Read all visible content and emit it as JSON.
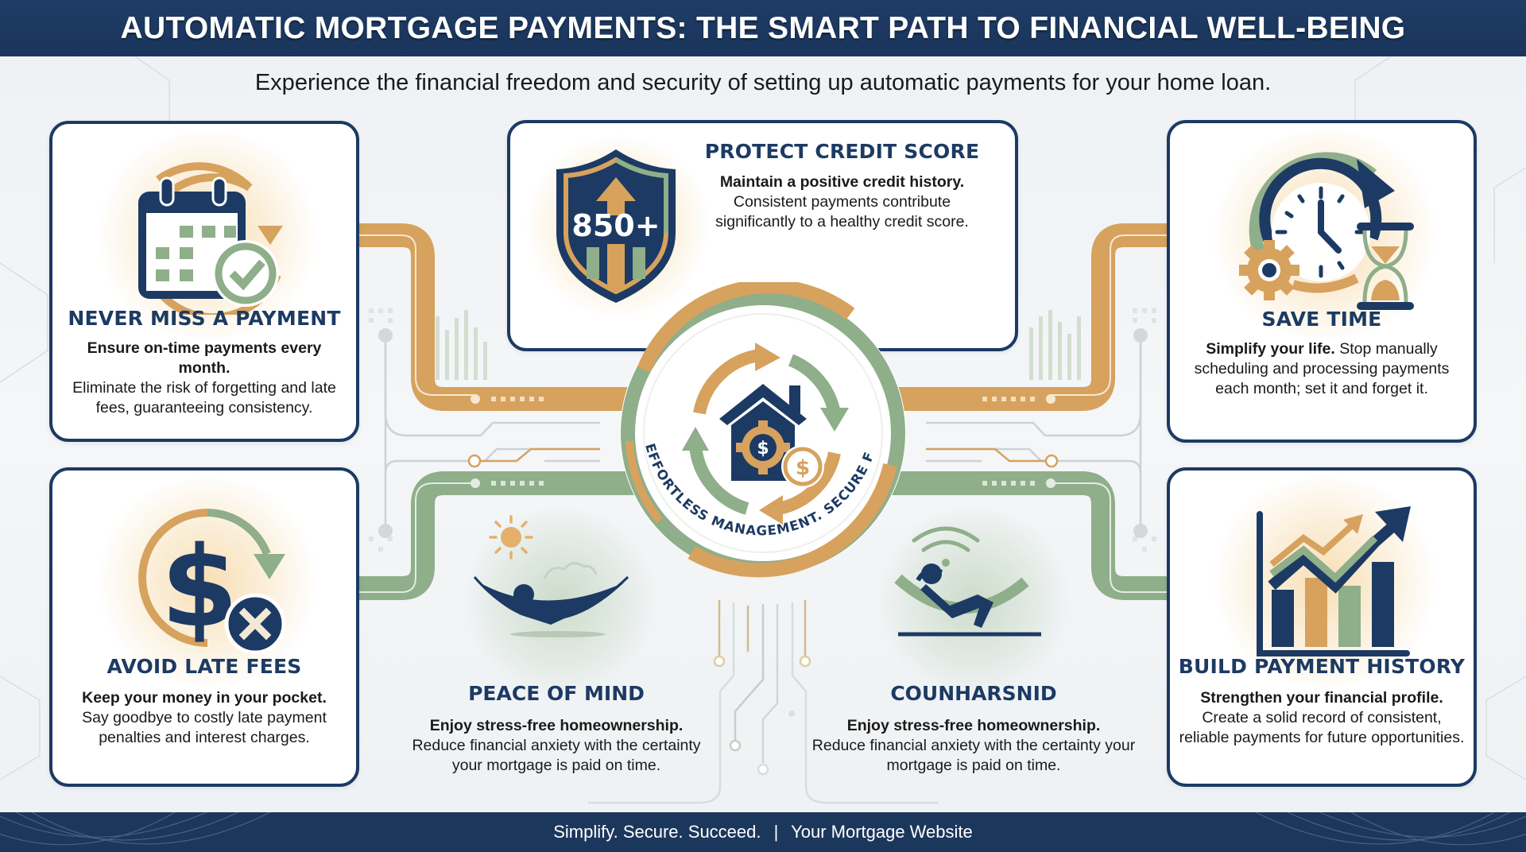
{
  "header": {
    "title": "AUTOMATIC MORTGAGE PAYMENTS: THE SMART PATH TO FINANCIAL WELL-BEING"
  },
  "subtitle": "Experience the financial freedom and security of setting up automatic payments for your home loan.",
  "colors": {
    "navy": "#1c3a63",
    "gold": "#d6a25e",
    "sage": "#8fae8a",
    "background": "#eef1f4"
  },
  "center": {
    "tagline": "EFFORTLESS MANAGEMENT. SECURE FUTURE.",
    "icon": "house-gear-dollar-icon"
  },
  "cards": [
    {
      "id": "never-miss",
      "title": "NEVER MISS A PAYMENT",
      "lead": "Ensure on-time payments every month.",
      "body": "Eliminate the risk of forgetting and late fees, guaranteeing consistency.",
      "icon": "calendar-check-icon"
    },
    {
      "id": "protect-credit",
      "title": "PROTECT CREDIT SCORE",
      "lead": "Maintain a positive credit history.",
      "body": "Consistent payments contribute significantly to a healthy credit score.",
      "icon": "shield-850-icon",
      "badge": "850+"
    },
    {
      "id": "save-time",
      "title": "SAVE TIME",
      "lead": "Simplify your life.",
      "body": "Stop manually scheduling and processing payments each month; set it and forget it.",
      "icon": "clock-hourglass-gear-icon"
    },
    {
      "id": "avoid-late-fees",
      "title": "AVOID LATE FEES",
      "lead": "Keep your money in your pocket.",
      "body": "Say goodbye to costly late payment penalties and interest charges.",
      "icon": "dollar-cancel-icon"
    },
    {
      "id": "peace-of-mind",
      "title": "PEACE OF MIND",
      "lead": "Enjoy stress-free homeownership.",
      "body": "Reduce financial anxiety with the certainty your mortgage is paid on time.",
      "icon": "hammock-sun-moon-icon"
    },
    {
      "id": "counharsnid",
      "title": "COUNHARSNID",
      "lead": "Enjoy stress-free homeownership.",
      "body": "Reduce financial anxiety with the certainty your mortgage is paid on time.",
      "icon": "hammock-wifi-moon-icon"
    },
    {
      "id": "build-history",
      "title": "BUILD PAYMENT HISTORY",
      "lead": "Strengthen your financial profile.",
      "body": "Create a solid record of consistent, reliable payments for future opportunities.",
      "icon": "rising-bar-chart-icon"
    }
  ],
  "footer": {
    "left": "Simplify. Secure. Succeed.",
    "separator": "|",
    "right": "Your Mortgage Website"
  }
}
